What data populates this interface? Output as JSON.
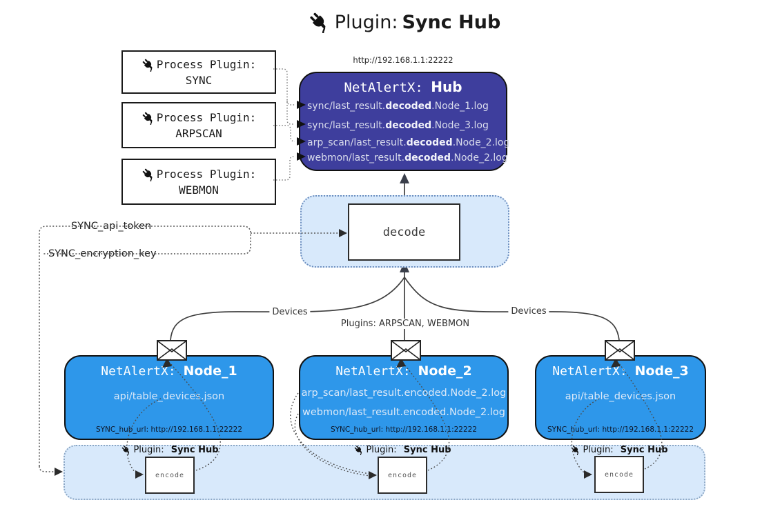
{
  "title": {
    "prefix": "Plugin:",
    "name": "Sync Hub"
  },
  "process_plugins": [
    {
      "label": "Process Plugin:",
      "name": "SYNC"
    },
    {
      "label": "Process Plugin:",
      "name": "ARPSCAN"
    },
    {
      "label": "Process Plugin:",
      "name": "WEBMON"
    }
  ],
  "hub": {
    "url": "http://192.168.1.1:22222",
    "title_prefix": "NetAlertX: ",
    "title_name": "Hub",
    "lines": [
      {
        "pre": "sync/last_result.",
        "bold": "decoded",
        "post": ".Node_1.log"
      },
      {
        "pre": "sync/last_result.",
        "bold": "decoded",
        "post": ".Node_3.log"
      },
      {
        "pre": "arp_scan/last_result.",
        "bold": "decoded",
        "post": ".Node_2.log"
      },
      {
        "pre": "webmon/last_result.",
        "bold": "decoded",
        "post": ".Node_2.log"
      }
    ]
  },
  "decode": {
    "label": "decode"
  },
  "env": {
    "api_token": "SYNC_api_token",
    "encryption_key": "SYNC_encryption_key"
  },
  "edges": {
    "devices_left": "Devices",
    "devices_right": "Devices",
    "plugins": "Plugins: ARPSCAN, WEBMON"
  },
  "nodes": [
    {
      "title_prefix": "NetAlertX: ",
      "title_name": "Node_1",
      "lines": [
        "api/table_devices.json"
      ],
      "hub_url": "SYNC_hub_url: http://192.168.1.1:22222"
    },
    {
      "title_prefix": "NetAlertX: ",
      "title_name": "Node_2",
      "lines": [
        "arp_scan/last_result.encoded.Node_2.log",
        "webmon/last_result.encoded.Node_2.log"
      ],
      "hub_url": "SYNC_hub_url: http://192.168.1.1:22222"
    },
    {
      "title_prefix": "NetAlertX: ",
      "title_name": "Node_3",
      "lines": [
        "api/table_devices.json"
      ],
      "hub_url": "SYNC_hub_url: http://192.168.1.1:22222"
    }
  ],
  "encode_band": {
    "plugin_label": "Plugin:",
    "plugin_name": "Sync Hub",
    "encode_label": "encode"
  },
  "colors": {
    "hub_fill": "#3e3e9d",
    "node_fill": "#2e97ea",
    "panel_fill": "#d8e9fb",
    "panel_border": "#6c8ebf",
    "line": "#3f3f3f"
  }
}
